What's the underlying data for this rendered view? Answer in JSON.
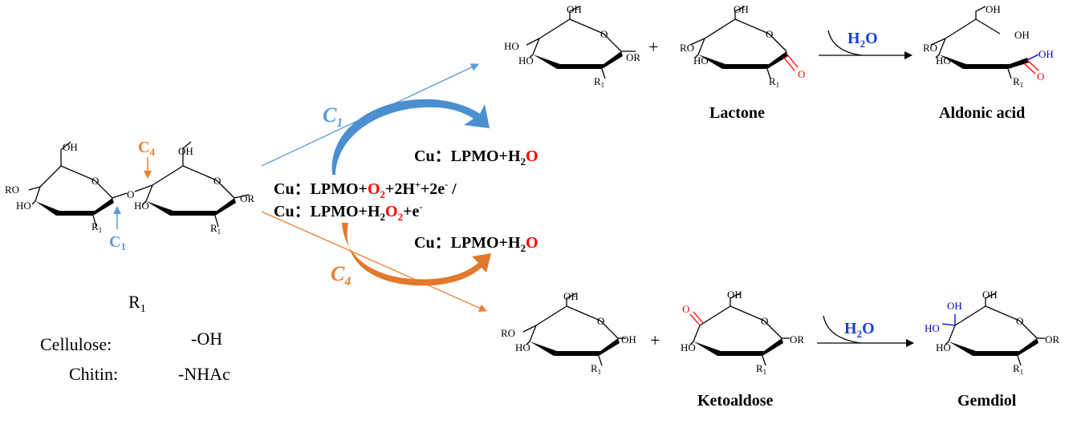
{
  "colors": {
    "blue": "#5b9bd5",
    "orange": "#ed7d31",
    "red": "#ff0000",
    "h2o_blue": "#1a3fd6",
    "oh_blue": "#0000cc"
  },
  "atoms": {
    "OH": "OH",
    "HO": "HO",
    "RO": "RO",
    "OR": "OR",
    "O": "O",
    "R": "R",
    "sub1": "1",
    "plus": "+"
  },
  "arrows": {
    "c1": {
      "letter": "C",
      "sub": "1"
    },
    "c4": {
      "letter": "C",
      "sub": "4"
    }
  },
  "reagents": {
    "line_top": {
      "prefix": "Cu：LPMO+H",
      "sub": "2",
      "suffix": "O"
    },
    "line_mid1": {
      "prefix": "Cu：LPMO+",
      "o2_main": "O",
      "o2_sub": "2",
      "rest": "+2H",
      "plus_sup": "+",
      "e_part": "+2e",
      "minus_sup": "-",
      "slash": " /"
    },
    "line_mid2": {
      "prefix": "Cu：LPMO+H",
      "sub1": "2",
      "o_main": "O",
      "o_sub": "2",
      "rest": "+e",
      "minus_sup": "-"
    },
    "line_bottom": {
      "prefix": "Cu：LPMO+H",
      "sub": "2",
      "suffix": "O"
    }
  },
  "water": {
    "main": "H",
    "sub": "2",
    "end": "O"
  },
  "products": {
    "lactone": "Lactone",
    "aldonic_acid": "Aldonic acid",
    "ketoaldose": "Ketoaldose",
    "gemdiol": "Gemdiol"
  },
  "legend": {
    "r1_label": "R",
    "r1_sub": "1",
    "rows": [
      {
        "name": "Cellulose:",
        "value": "-OH"
      },
      {
        "name": "Chitin:",
        "value": "-NHAc"
      }
    ]
  }
}
